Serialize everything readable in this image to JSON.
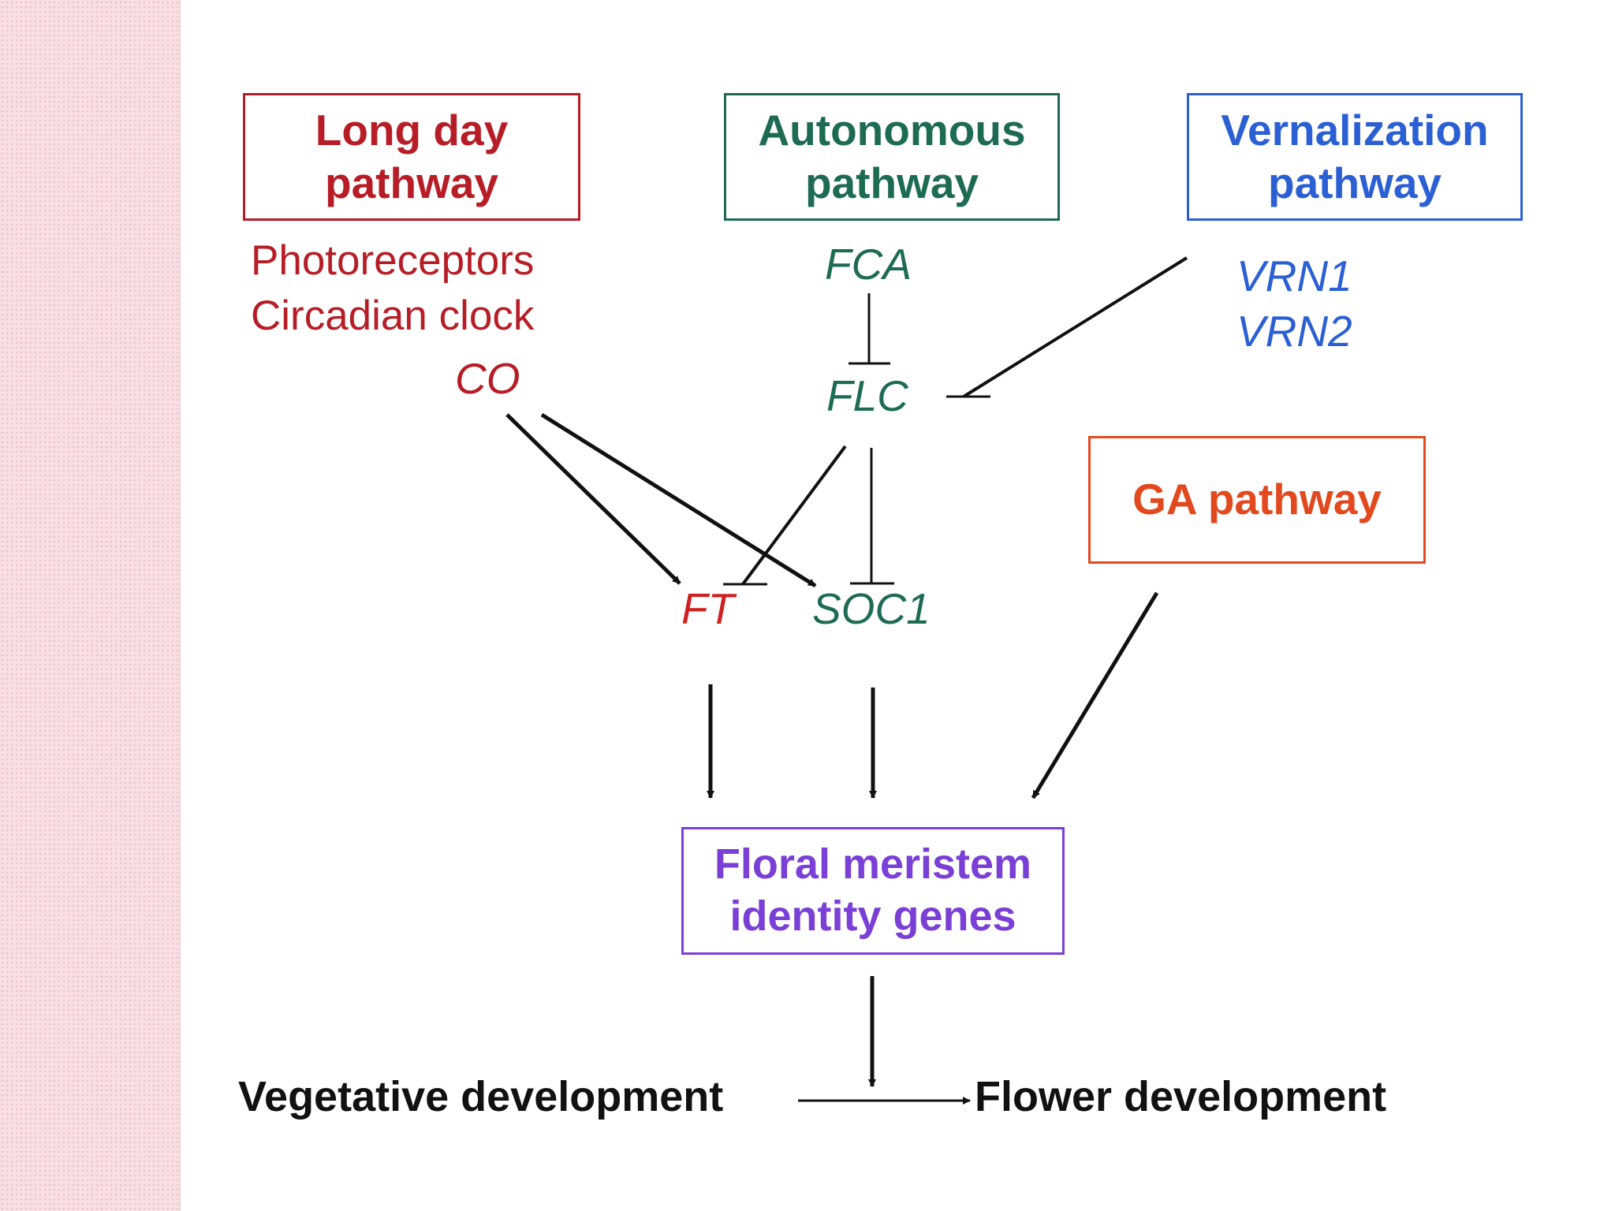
{
  "colors": {
    "long_day": "#b71d26",
    "autonomous": "#1e6b54",
    "vernalization": "#2b5fd4",
    "ga": "#e2491e",
    "floral": "#7a3fd6",
    "black": "#111111",
    "side_strip": "#f8dfe4"
  },
  "boxes": {
    "long_day": [
      "Long day",
      "pathway"
    ],
    "autonomous": [
      "Autonomous",
      "pathway"
    ],
    "vernalization": [
      "Vernalization",
      "pathway"
    ],
    "ga": [
      "GA pathway"
    ],
    "floral": [
      "Floral meristem",
      "identity genes"
    ]
  },
  "labels": {
    "photoreceptors": "Photoreceptors",
    "circadian_clock": "Circadian clock",
    "co": "CO",
    "fca": "FCA",
    "flc": "FLC",
    "vrn1": "VRN1",
    "vrn2": "VRN2",
    "ft": "FT",
    "soc1": "SOC1",
    "vegetative": "Vegetative development",
    "flower": "Flower development"
  }
}
